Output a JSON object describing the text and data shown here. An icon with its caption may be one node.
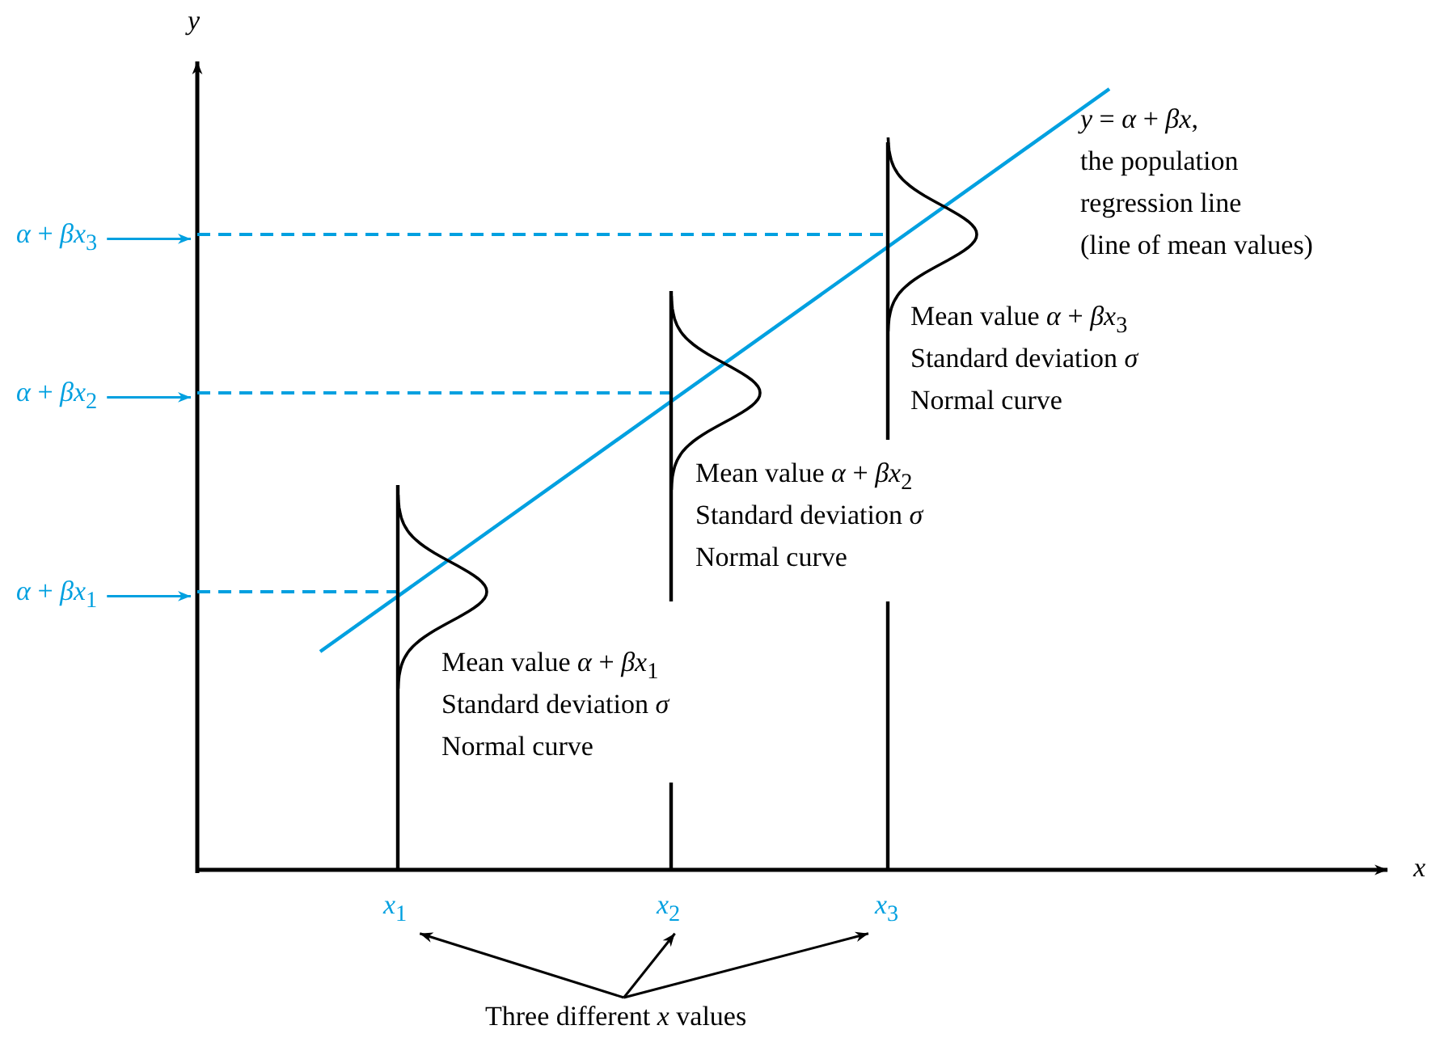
{
  "diagram": {
    "nodes": [
      {
        "text": [
          "*α* + *βx*$_{3}$"
        ]
      },
      {
        "text": [
          "*α* + *βx*$_{2}$"
        ]
      },
      {
        "text": [
          "*α* + *βx*$_{1}$"
        ]
      },
      {
        "text": [
          "*x*$_{1}$"
        ]
      },
      {
        "text": [
          "*x*$_{2}$"
        ]
      },
      {
        "text": [
          "*x*$_{3}$"
        ]
      },
      {
        "text": [
          "Three different *x* values"
        ]
      }
    ],
    "edges": [
      {
        "from": 0,
        "to": null,
        "arrow": "to",
        "color": "#00a0e0"
      },
      {
        "from": 1,
        "to": null,
        "arrow": "to",
        "color": "#00a0e0"
      },
      {
        "from": 2,
        "to": null,
        "arrow": "to",
        "color": "#00a0e0"
      },
      {
        "from": 6,
        "to": 3,
        "arrow": "to",
        "color": "#000000"
      },
      {
        "from": 6,
        "to": 4,
        "arrow": "to",
        "color": "#000000"
      },
      {
        "from": 6,
        "to": 5,
        "arrow": "to",
        "color": "#000000"
      }
    ],
    "labels": [
      "*y*",
      "*y* =  *α* + *βx*,",
      "the population",
      "regression line",
      "(line of mean values)",
      "Mean value  *α* + *βx*$_{3}$",
      "Standard deviation *σ*",
      "Normal curve",
      "Mean value  *α* + *βx*$_{2}$",
      "Standard deviation *σ*",
      "Normal curve",
      "Mean value  *α* + *βx*$_{1}$",
      "Standard deviation *σ*",
      "Normal curve",
      "*x*"
    ]
  }
}
